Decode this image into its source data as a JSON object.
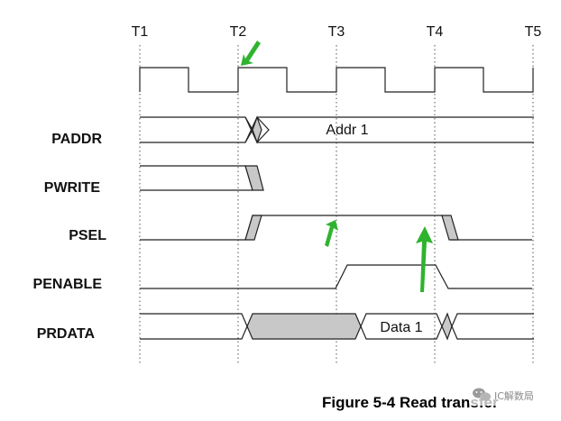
{
  "timeline": {
    "labels": [
      "T1",
      "T2",
      "T3",
      "T4",
      "T5"
    ]
  },
  "signals": {
    "paddr": {
      "label": "PADDR",
      "value": "Addr 1"
    },
    "pwrite": {
      "label": "PWRITE"
    },
    "psel": {
      "label": "PSEL"
    },
    "penable": {
      "label": "PENABLE"
    },
    "prdata": {
      "label": "PRDATA",
      "value": "Data 1"
    }
  },
  "caption": "Figure 5-4 Read transfer",
  "watermark": "IC解数局",
  "colors": {
    "line": "#222222",
    "grey_fill": "#c8c8c8",
    "arrow": "#2fb32f"
  },
  "icons": {
    "arrow": "green-highlight-arrow",
    "watermark": "wechat-logo"
  }
}
